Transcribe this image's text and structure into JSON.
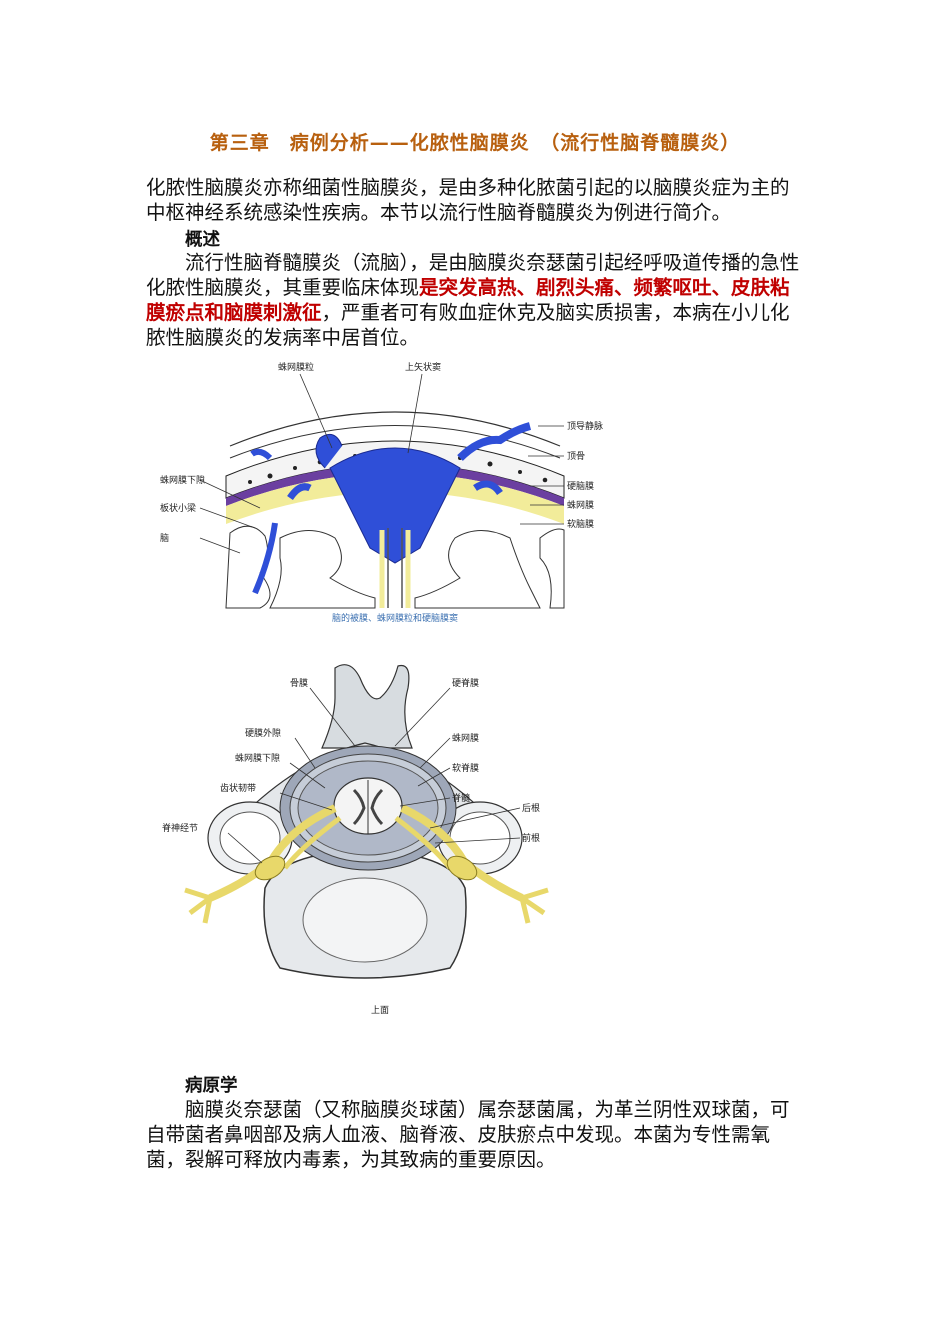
{
  "title": "第三章　病例分析——化脓性脑膜炎　（流行性脑脊髓膜炎）",
  "intro": "化脓性脑膜炎亦称细菌性脑膜炎，是由多种化脓菌引起的以脑膜炎症为主的中枢神经系统感染性疾病。本节以流行性脑脊髓膜炎为例进行简介。",
  "overview": {
    "heading": "概述",
    "text_before": "流行性脑脊髓膜炎（流脑），是由脑膜炎奈瑟菌引起经呼吸道传播的急性化脓性脑膜炎，其重要临床体现",
    "highlight": "是突发高热、剧烈头痛、频繁呕吐、皮肤粘膜瘀点和脑膜刺激征",
    "text_after": "，严重者可有败血症休克及脑实质损害，本病在小儿化脓性脑膜炎的发病率中居首位。"
  },
  "figure1": {
    "labels": {
      "arachnoid_cavity": "蛛网膜粒",
      "sinus": "上矢状窦",
      "emissary_vein": "顶导静脉",
      "parietal_bone": "顶骨",
      "dura": "硬脑膜",
      "arachnoid": "蛛网膜",
      "pia": "软脑膜",
      "subarachnoid": "蛛网膜下隙",
      "trabecula": "板状小梁",
      "brain": "脑"
    },
    "caption": "脑的被膜、蛛网膜粒和硬脑膜窦"
  },
  "figure2": {
    "labels": {
      "periosteum": "骨膜",
      "epidural": "硬膜外隙",
      "subarachnoid": "蛛网膜下隙",
      "denticulate": "齿状韧带",
      "ganglion": "脊神经节",
      "dura": "硬脊膜",
      "arachnoid": "蛛网膜",
      "pia": "软脊膜",
      "cord": "脊髓",
      "post_root": "后根",
      "ant_root": "前根"
    },
    "caption": "上面"
  },
  "pathogen": {
    "heading": "病原学",
    "text": "脑膜炎奈瑟菌（又称脑膜炎球菌）属奈瑟菌属，为革兰阴性双球菌，可自带菌者鼻咽部及病人血液、脑脊液、皮肤瘀点中发现。本菌为专性需氧菌，裂解可释放内毒素，为其致病的重要原因。"
  }
}
